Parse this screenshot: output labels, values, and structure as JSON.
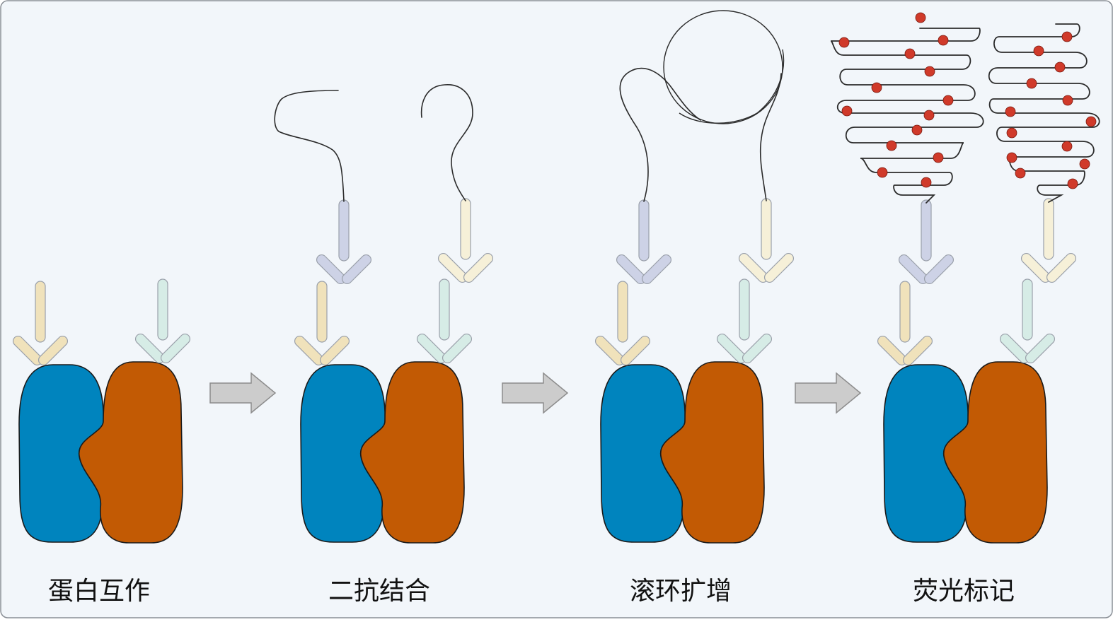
{
  "stages": [
    {
      "label": "蛋白互作"
    },
    {
      "label": "二抗结合"
    },
    {
      "label": "滚环扩增"
    },
    {
      "label": "荧光标记"
    }
  ],
  "colors": {
    "background": "#f2f6fa",
    "frame": "#8a8f96",
    "protein_a": "#0084be",
    "protein_b": "#c25a04",
    "primary_antibody_a": "#f0e2bb",
    "primary_antibody_b": "#d6ece6",
    "secondary_antibody_a": "#cdd2e6",
    "secondary_antibody_b": "#f6f0d8",
    "antibody_outline": "#9aa0aa",
    "dna_strand": "#2b2b2b",
    "fluorophore": "#d03a2a",
    "arrow_fill": "#cccccc",
    "arrow_outline": "#8c8c8c"
  },
  "icons": [
    "protein-complex",
    "primary-antibody",
    "secondary-antibody",
    "dna-strand",
    "rca-circle",
    "fluorescent-probe",
    "process-arrow"
  ]
}
